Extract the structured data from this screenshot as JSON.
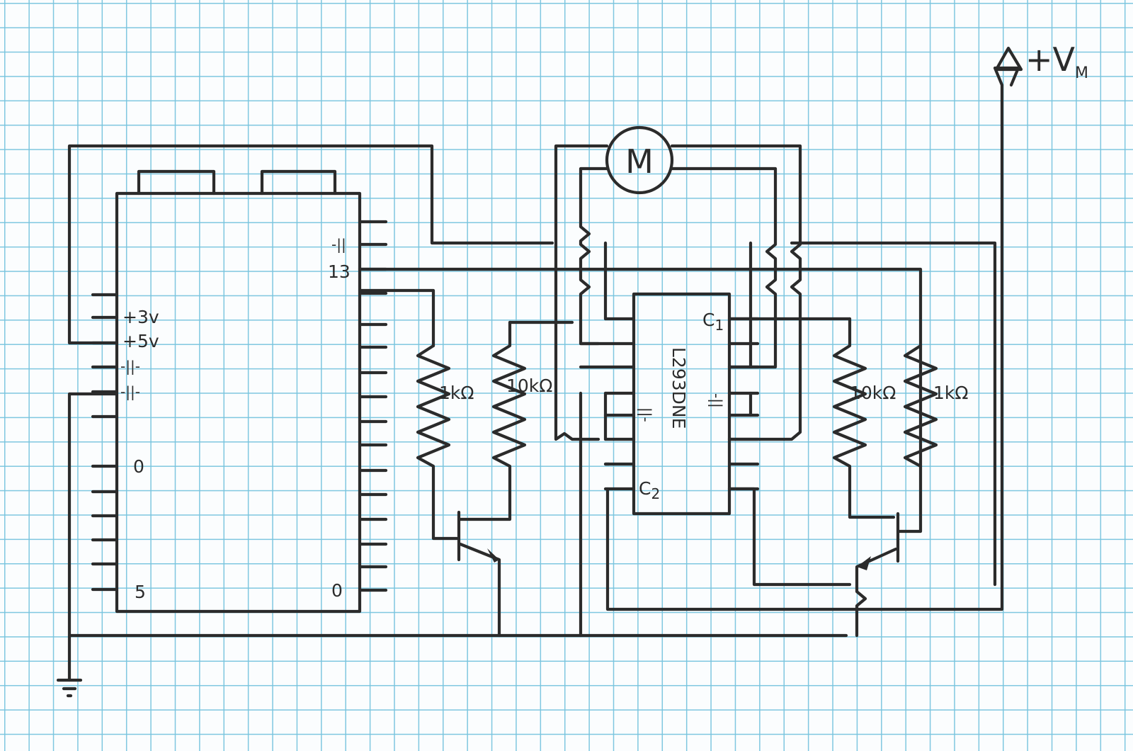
{
  "board": {
    "label_3v": "+3v",
    "label_5v": "+5v",
    "label_gnd_left_1": "-||-",
    "label_gnd_left_2": "-||-",
    "label_gnd_right": "-||",
    "label_pin_13": "13",
    "label_header_left_top": "0",
    "label_header_left_bottom": "5",
    "label_header_right_bottom": "0"
  },
  "motor": {
    "label": "M"
  },
  "supply": {
    "label": "+V",
    "subscript": "M"
  },
  "driver_chip": {
    "name": "L293DNE",
    "label_c1": "C",
    "label_c1_sub": "1",
    "label_c2": "C",
    "label_c2_sub": "2",
    "label_gnd_left": "||-",
    "label_gnd_right": "-||"
  },
  "resistors": {
    "left_1k": "1kΩ",
    "left_10k": "10kΩ",
    "right_10k": "10kΩ",
    "right_1k": "1kΩ"
  }
}
